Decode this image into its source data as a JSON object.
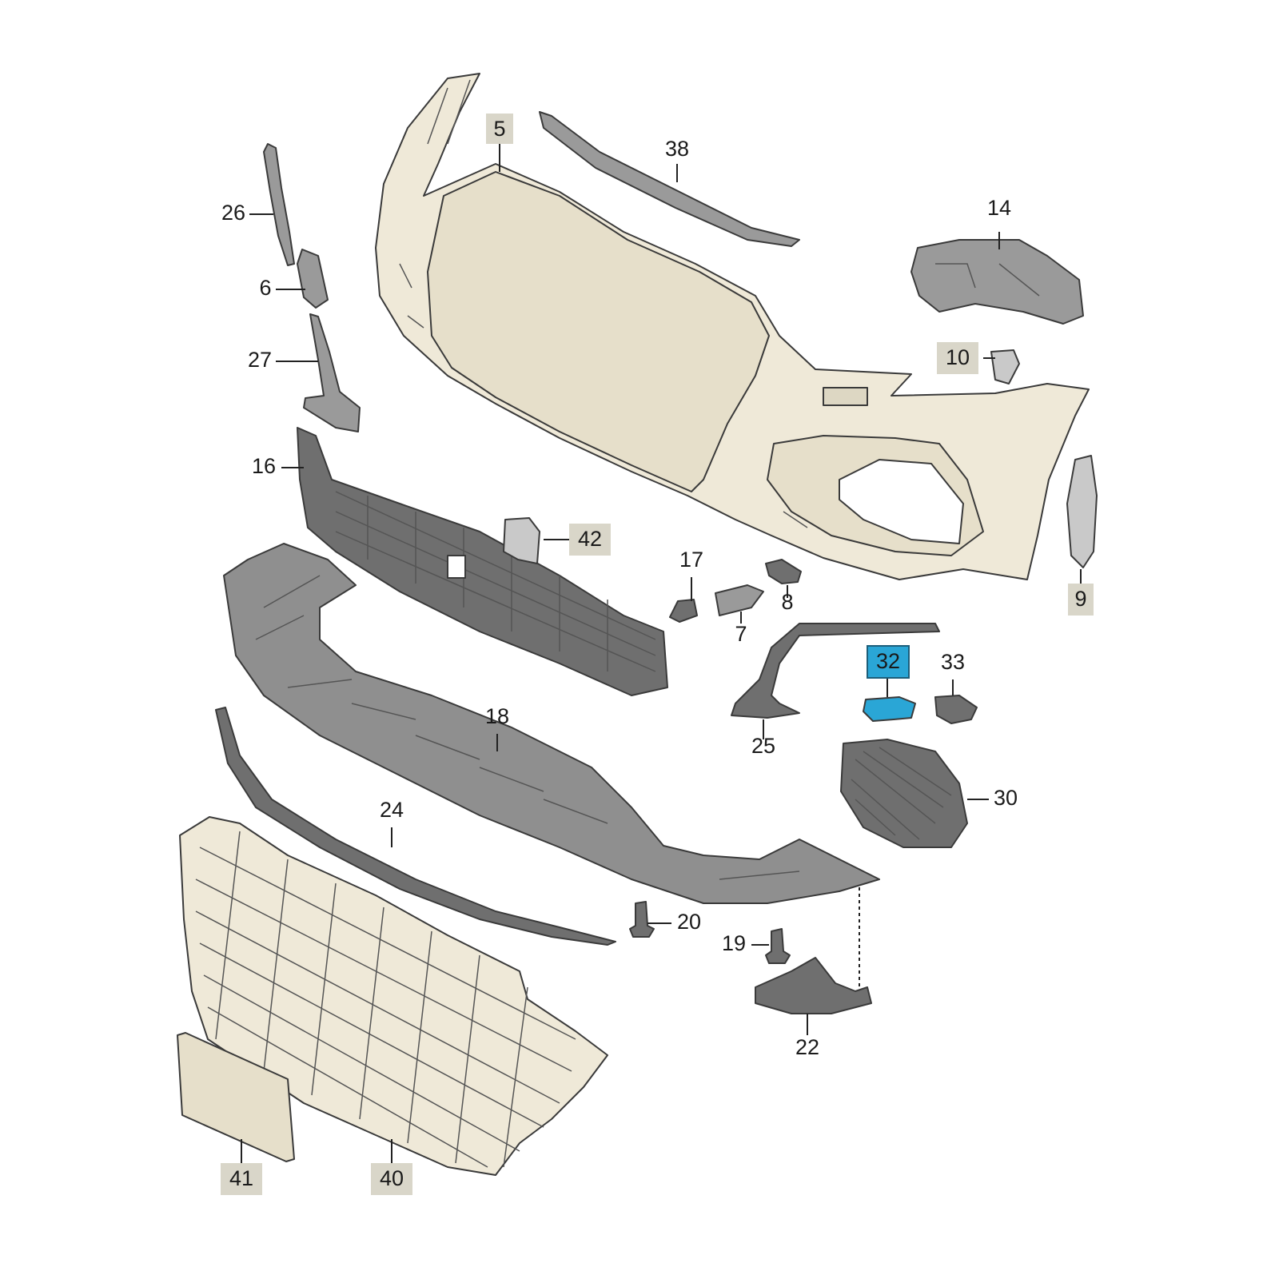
{
  "diagram": {
    "highlight_color": "#2aa6d6",
    "callout_highlight_bg": "#d9d6c9",
    "callouts": [
      {
        "id": "c5",
        "text": "5",
        "boxed": true,
        "selected": false
      },
      {
        "id": "c38",
        "text": "38",
        "boxed": false,
        "selected": false
      },
      {
        "id": "c26",
        "text": "26",
        "boxed": false,
        "selected": false
      },
      {
        "id": "c6",
        "text": "6",
        "boxed": false,
        "selected": false
      },
      {
        "id": "c27",
        "text": "27",
        "boxed": false,
        "selected": false
      },
      {
        "id": "c14",
        "text": "14",
        "boxed": false,
        "selected": false
      },
      {
        "id": "c10",
        "text": "10",
        "boxed": true,
        "selected": false
      },
      {
        "id": "c16",
        "text": "16",
        "boxed": false,
        "selected": false
      },
      {
        "id": "c42",
        "text": "42",
        "boxed": true,
        "selected": false
      },
      {
        "id": "c17",
        "text": "17",
        "boxed": false,
        "selected": false
      },
      {
        "id": "c8",
        "text": "8",
        "boxed": false,
        "selected": false
      },
      {
        "id": "c9",
        "text": "9",
        "boxed": true,
        "selected": false
      },
      {
        "id": "c7",
        "text": "7",
        "boxed": false,
        "selected": false
      },
      {
        "id": "c32",
        "text": "32",
        "boxed": true,
        "selected": true
      },
      {
        "id": "c33",
        "text": "33",
        "boxed": false,
        "selected": false
      },
      {
        "id": "c18",
        "text": "18",
        "boxed": false,
        "selected": false
      },
      {
        "id": "c25",
        "text": "25",
        "boxed": false,
        "selected": false
      },
      {
        "id": "c30",
        "text": "30",
        "boxed": false,
        "selected": false
      },
      {
        "id": "c24",
        "text": "24",
        "boxed": false,
        "selected": false
      },
      {
        "id": "c20",
        "text": "20",
        "boxed": false,
        "selected": false
      },
      {
        "id": "c19",
        "text": "19",
        "boxed": false,
        "selected": false
      },
      {
        "id": "c22",
        "text": "22",
        "boxed": false,
        "selected": false
      },
      {
        "id": "c41",
        "text": "41",
        "boxed": true,
        "selected": false
      },
      {
        "id": "c40",
        "text": "40",
        "boxed": true,
        "selected": false
      }
    ]
  }
}
